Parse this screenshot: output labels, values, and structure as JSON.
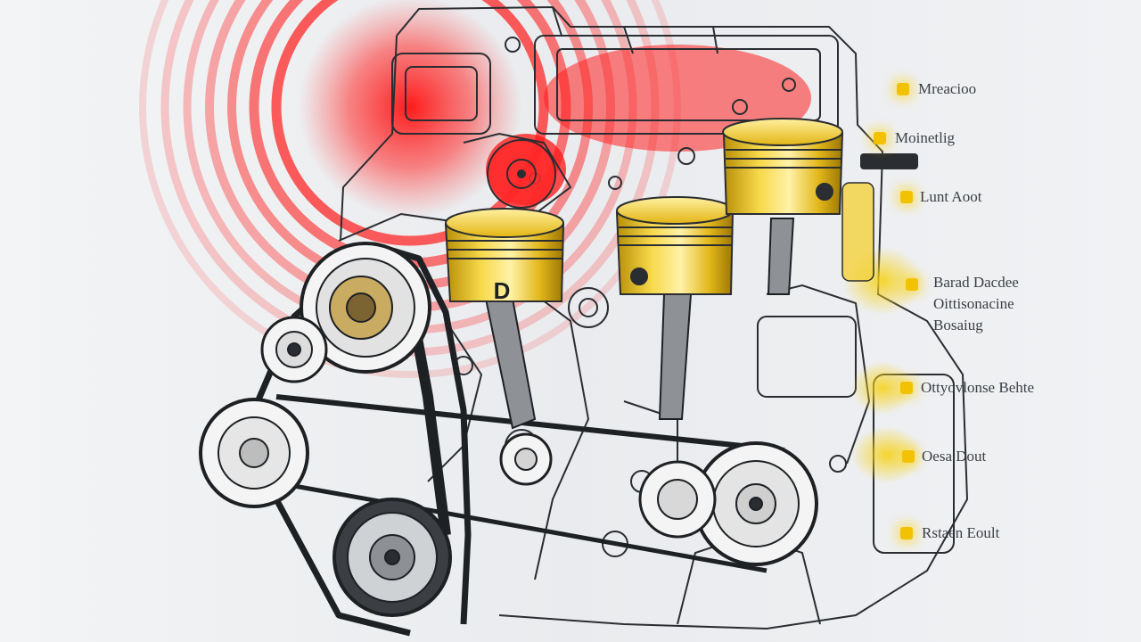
{
  "diagram": {
    "colors": {
      "background": "#eef0f2",
      "line": "#2a2d31",
      "heat_red": "#ff1c1c",
      "piston_gold": "#e8c21a",
      "callout_marker": "#f2c200"
    },
    "components": [
      "heat-waves",
      "engine-block",
      "serpentine-belt",
      "pulley",
      "piston",
      "connecting-rod"
    ],
    "piston_letter": "D",
    "callouts": [
      {
        "id": "c1",
        "lines": [
          "Mreacioo"
        ]
      },
      {
        "id": "c2",
        "lines": [
          "Moinetlig"
        ]
      },
      {
        "id": "c3",
        "lines": [
          "Lunt Aoot"
        ]
      },
      {
        "id": "c4",
        "lines": [
          "Barad Dacdee",
          "Oittisonacine",
          "Bosaiug"
        ]
      },
      {
        "id": "c5",
        "lines": [
          "Ottyovlonse Behte"
        ]
      },
      {
        "id": "c6",
        "lines": [
          "Oesa Dout"
        ]
      },
      {
        "id": "c7",
        "lines": [
          "Rstaen Eoult"
        ]
      }
    ]
  }
}
